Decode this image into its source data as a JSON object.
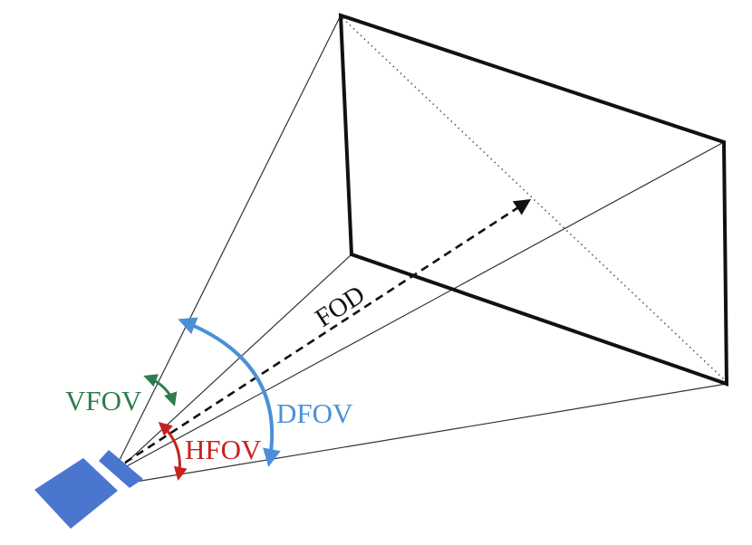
{
  "labels": {
    "fod": "FOD",
    "vfov": "VFOV",
    "hfov": "HFOV",
    "dfov": "DFOV"
  },
  "colors": {
    "frame": "#111111",
    "frustum_line": "#333333",
    "fod_arrow": "#111111",
    "vfov": "#2e7d4f",
    "hfov": "#c8221f",
    "dfov": "#4a90d9",
    "camera": "#4a76d0"
  },
  "icons": {
    "camera": "camera-icon"
  }
}
